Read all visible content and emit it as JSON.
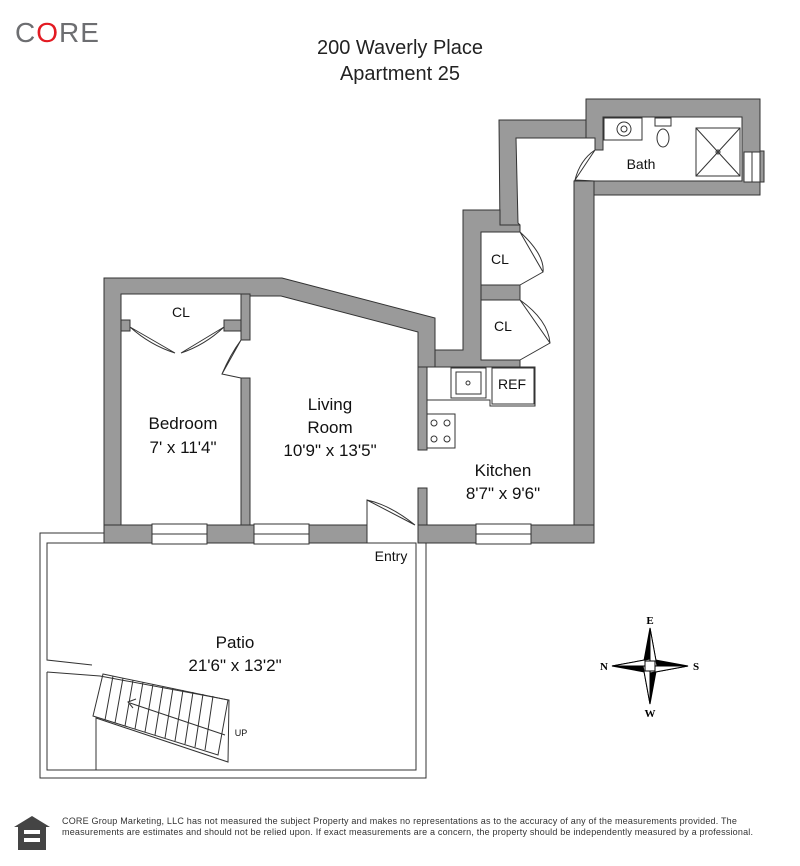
{
  "brand": {
    "logo_pre": "C",
    "logo_o": "O",
    "logo_post": "RE",
    "accent": "#e31b23",
    "grey": "#6d6e71"
  },
  "header": {
    "address": "200 Waverly Place",
    "unit": "Apartment 25"
  },
  "rooms": {
    "bath": "Bath",
    "closet1": "CL",
    "closet2": "CL",
    "closet3": "CL",
    "ref": "REF",
    "bedroom_name": "Bedroom",
    "bedroom_dim": "7' x 11'4\"",
    "living_name1": "Living",
    "living_name2": "Room",
    "living_dim": "10'9\" x 13'5\"",
    "kitchen_name": "Kitchen",
    "kitchen_dim": "8'7\" x 9'6\"",
    "entry": "Entry",
    "patio_name": "Patio",
    "patio_dim": "21'6\" x 13'2\"",
    "stairs": "UP"
  },
  "compass": {
    "n": "N",
    "e": "E",
    "s": "S",
    "w": "W"
  },
  "colors": {
    "wall": "#9a9a9a",
    "line": "#333333"
  },
  "disclaimer": "CORE Group Marketing, LLC has not measured the subject Property and makes no representations as to the accuracy of any of the measurements provided. The measurements are estimates and should not be relied upon. If exact measurements are a concern, the property should be independently measured by a professional."
}
